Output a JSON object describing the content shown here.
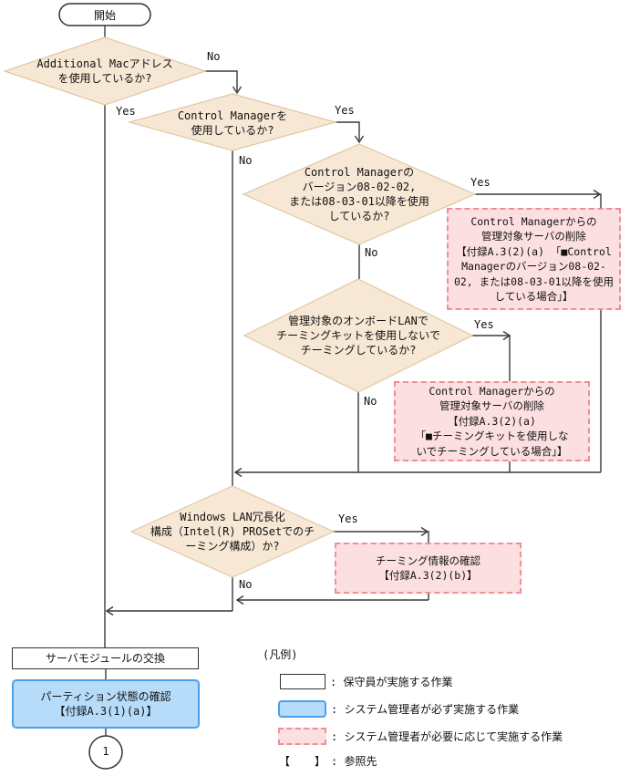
{
  "colors": {
    "line_color": "#3a3a3a",
    "diamond_fill": "#f7e8d6",
    "diamond_border": "#dfc7a4",
    "pink_fill": "#fcdfe1",
    "pink_border": "#ee8f98",
    "blue_fill": "#b7dcf9",
    "blue_border": "#4d9fe8",
    "text_color": "#111111"
  },
  "flow": {
    "start_label": "開始",
    "yes": "Yes",
    "no": "No",
    "connector_label": "1",
    "decisions": {
      "additional_mac": "Additional Macアドレス\nを使用しているか?",
      "control_manager": "Control Managerを\n使用しているか?",
      "cm_version": "Control Managerの\nバージョン08-02-02,\nまたは08-03-01以降を使用\nしているか?",
      "onboard_lan_teaming": "管理対象のオンボードLANで\nチーミングキットを使用しないで\nチーミングしているか?",
      "windows_lan": "Windows LAN冗長化\n構成（Intel(R) PROSetでのチ\nーミング構成）か?"
    },
    "tasks": {
      "cm_delete_version": "Control Managerからの\n管理対象サーバの削除\n【付録A.3(2)(a) 「■Control\nManagerのバージョン08-02-\n02, または08-03-01以降を使用\nしている場合」】",
      "cm_delete_teaming": "Control Managerからの\n管理対象サーバの削除\n【付録A.3(2)(a)\n「■チーミングキットを使用しな\nいでチーミングしている場合」】",
      "teaming_info": "チーミング情報の確認\n【付録A.3(2)(b)】",
      "server_module_replace": "サーバモジュールの交換",
      "partition_check": "パーティション状態の確認\n【付録A.3(1)(a)】"
    }
  },
  "legend": {
    "title": "(凡例)",
    "items": [
      {
        "swatch": "white",
        "label": ": 保守員が実施する作業"
      },
      {
        "swatch": "blue",
        "label": ": システム管理者が必ず実施する作業"
      },
      {
        "swatch": "pink",
        "label": ": システム管理者が必要に応じて実施する作業"
      },
      {
        "swatch": "bracket",
        "bracket": "【　　】",
        "label": ": 参照先"
      }
    ]
  }
}
